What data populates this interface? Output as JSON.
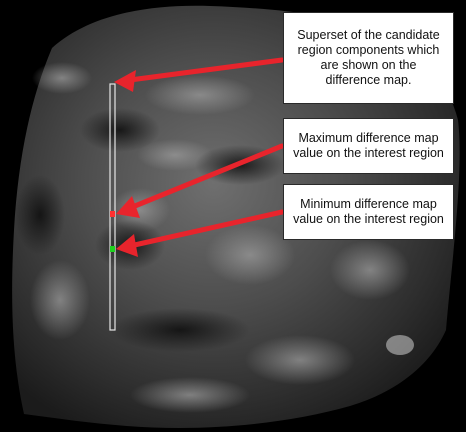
{
  "annotations": [
    {
      "id": "superset",
      "text": "Superset of the candidate\nregion components which\nare shown on the\ndifference map."
    },
    {
      "id": "maximum",
      "text": "Maximum difference map\nvalue on the interest region"
    },
    {
      "id": "minimum",
      "text": "Minimum difference map\nvalue on the interest region"
    }
  ],
  "colors": {
    "arrow": "#e8242c",
    "max_marker": "#ff3030",
    "min_marker": "#1fd21f",
    "interest_region_outline": "#e6e6e6"
  }
}
